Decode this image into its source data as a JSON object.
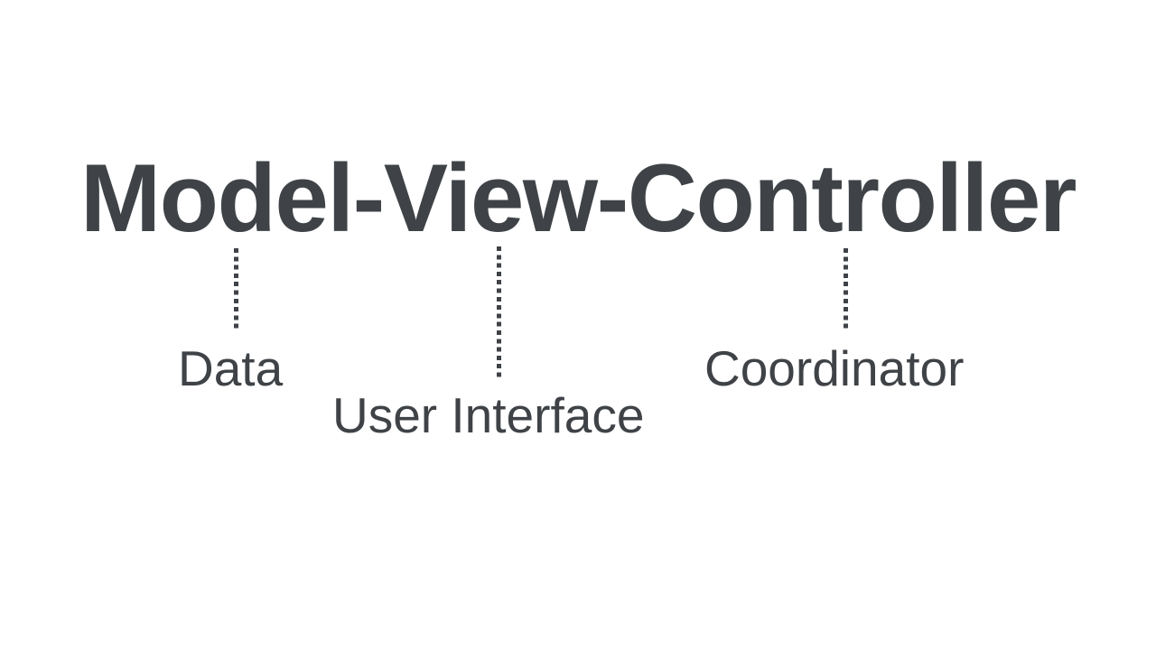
{
  "colors": {
    "ink": "#3f4347",
    "background": "#ffffff"
  },
  "title": "Model-View-Controller",
  "annotations": [
    {
      "label": "Data",
      "connects_to": "Model"
    },
    {
      "label": "User Interface",
      "connects_to": "View"
    },
    {
      "label": "Coordinator",
      "connects_to": "Controller"
    }
  ]
}
